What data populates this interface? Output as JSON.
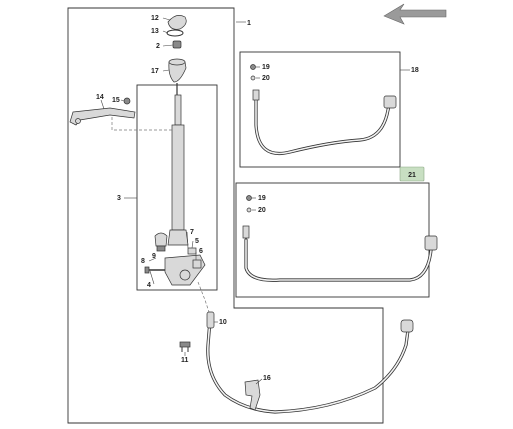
{
  "callouts": {
    "c1": "1",
    "c2": "2",
    "c3": "3",
    "c4": "4",
    "c5": "5",
    "c6": "6",
    "c7": "7",
    "c8": "8",
    "c9": "9",
    "c10": "10",
    "c11": "11",
    "c12": "12",
    "c13": "13",
    "c14": "14",
    "c15": "15",
    "c16": "16",
    "c17": "17",
    "c18": "18",
    "c19a": "19",
    "c20a": "20",
    "c19b": "19",
    "c20b": "20",
    "c21": "21"
  },
  "colors": {
    "highlight_box": "#c8dfc2",
    "arrow": "#999999"
  },
  "icons": [
    "navigation-arrow-icon"
  ]
}
